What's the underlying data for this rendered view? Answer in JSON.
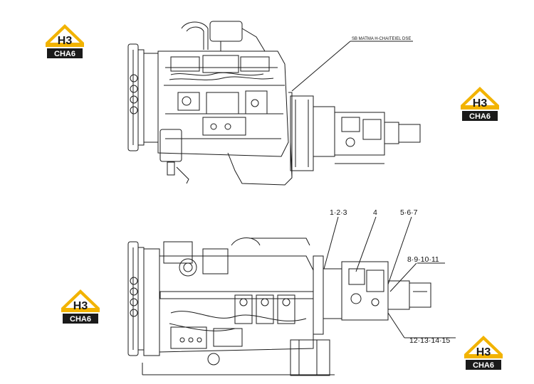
{
  "logos": [
    {
      "id": "logo-top-left",
      "mark": "H3",
      "text": "CHA6"
    },
    {
      "id": "logo-right-mid",
      "mark": "H3",
      "text": "CHA6"
    },
    {
      "id": "logo-left-bottom",
      "mark": "H3",
      "text": "CHA6"
    },
    {
      "id": "logo-right-bottom",
      "mark": "H3",
      "text": "CHA6"
    }
  ],
  "colors": {
    "brand_yellow": "#f2b300",
    "brand_dark": "#1a1a1a",
    "line": "#1b1b1b"
  },
  "top_view": {
    "part_tag": "SB MATMA H-CHAITEIEL DSE"
  },
  "bottom_view": {
    "callouts": [
      {
        "id": "callout-1-2-3",
        "label": "1·2·3"
      },
      {
        "id": "callout-4",
        "label": "4"
      },
      {
        "id": "callout-5-6-7",
        "label": "5·6·7"
      },
      {
        "id": "callout-8-9-10-11",
        "label": "8·9·10·11"
      },
      {
        "id": "callout-12-13-14-15",
        "label": "12·13·14·15"
      }
    ]
  }
}
